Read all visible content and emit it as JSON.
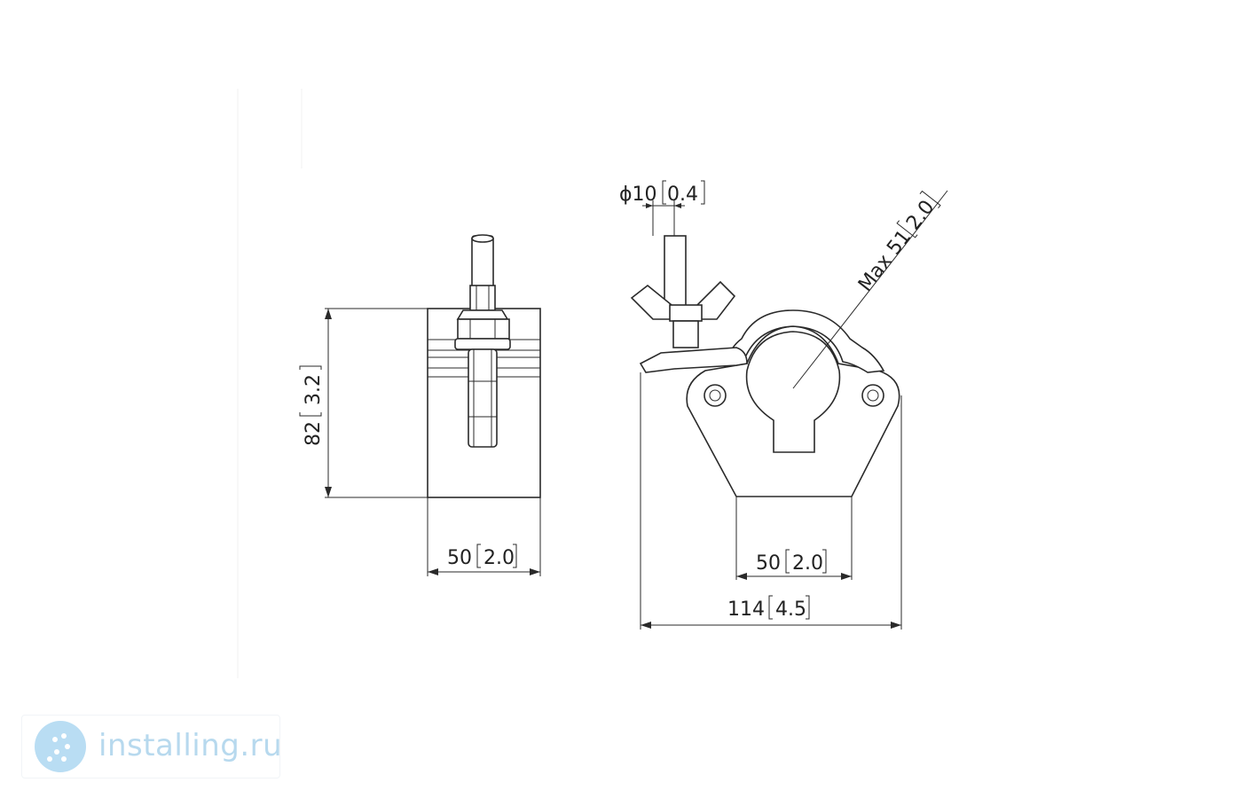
{
  "side_view": {
    "height_label": "82",
    "height_label_inch": "3.2",
    "width_label": "50",
    "width_label_inch": "2.0"
  },
  "front_view": {
    "bolt_label": "ϕ10",
    "bolt_label_inch": "0.4",
    "tube_label": "Max 51",
    "tube_label_inch": "2.0",
    "base_width_label": "50",
    "base_width_label_inch": "2.0",
    "overall_width_label": "114",
    "overall_width_label_inch": "4.5"
  },
  "watermark": {
    "text": "installing.ru"
  }
}
